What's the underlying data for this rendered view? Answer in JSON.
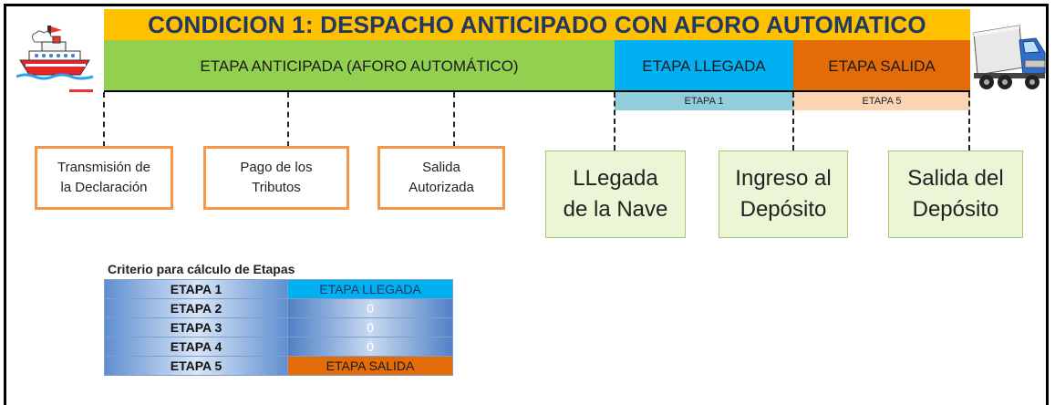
{
  "header": {
    "title": "CONDICION 1: DESPACHO ANTICIPADO CON AFORO AUTOMATICO"
  },
  "bands": {
    "anticipada": "ETAPA ANTICIPADA (AFORO AUTOMÁTICO)",
    "llegada": "ETAPA LLEGADA",
    "salida": "ETAPA SALIDA"
  },
  "subbands": {
    "llegada": "ETAPA 1",
    "salida": "ETAPA 5"
  },
  "events": {
    "transmision": "Transmisión de\nla Declaración",
    "pago": "Pago de los\nTributos",
    "salida_autorizada": "Salida\nAutorizada",
    "llegada_nave": "LLegada\nde la Nave",
    "ingreso_deposito": "Ingreso al\nDepósito",
    "salida_deposito": "Salida del\nDepósito"
  },
  "criteria": {
    "title": "Criterio para cálculo de Etapas",
    "rows": [
      {
        "label": "ETAPA 1",
        "value": "ETAPA LLEGADA"
      },
      {
        "label": "ETAPA 2",
        "value": "0"
      },
      {
        "label": "ETAPA 3",
        "value": "0"
      },
      {
        "label": "ETAPA 4",
        "value": "0"
      },
      {
        "label": "ETAPA 5",
        "value": "ETAPA SALIDA"
      }
    ]
  },
  "colors": {
    "title_bg": "#FFC000",
    "anticipada": "#92D050",
    "llegada": "#00B0F0",
    "salida": "#E36C09",
    "event_border": "#F79646",
    "milestone_bg": "#EAF6D5"
  },
  "icons": {
    "left": "cruise-ship-icon",
    "right": "truck-icon"
  }
}
